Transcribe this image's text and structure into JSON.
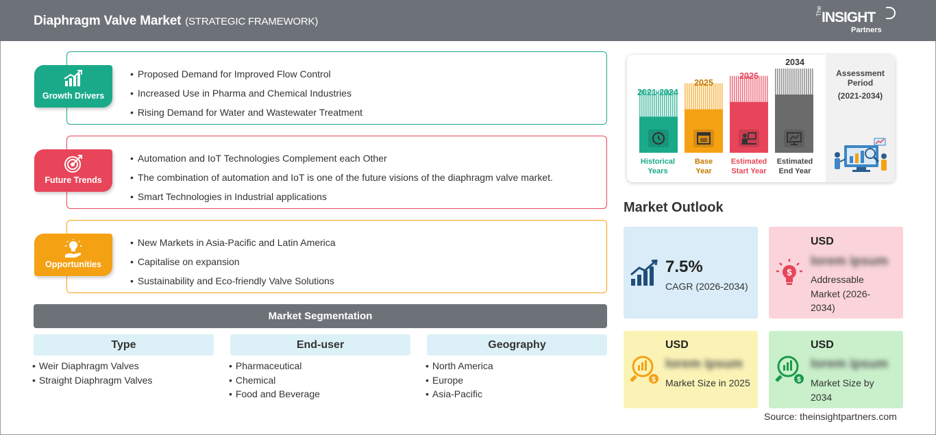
{
  "header": {
    "title": "Diaphragm Valve Market",
    "subtitle": "(STRATEGIC FRAMEWORK)",
    "logo_prefix": "The",
    "logo_main": "INSIGHT",
    "logo_sub": "Partners"
  },
  "framework": [
    {
      "label": "Growth Drivers",
      "icon": "bar-chart-growth-icon",
      "color": "#1aaa8a",
      "items": [
        "Proposed Demand for Improved Flow Control",
        "Increased Use in Pharma and Chemical Industries",
        "Rising Demand for Water and Wastewater Treatment"
      ]
    },
    {
      "label": "Future Trends",
      "icon": "target-icon",
      "color": "#e8455a",
      "items": [
        "Automation and IoT Technologies Complement each Other",
        "The combination of automation and IoT is one of the future visions of the diaphragm valve market.",
        "Smart Technologies in Industrial applications"
      ]
    },
    {
      "label": "Opportunities",
      "icon": "lightbulb-hand-icon",
      "color": "#f5a114",
      "items": [
        "New Markets in Asia-Pacific and Latin America",
        "Capitalise on expansion",
        "Sustainability and Eco-friendly Valve Solutions"
      ]
    }
  ],
  "segmentation": {
    "title": "Market Segmentation",
    "columns": [
      {
        "header": "Type",
        "items": [
          "Weir Diaphragm Valves",
          "Straight Diaphragm Valves"
        ]
      },
      {
        "header": "End-user",
        "items": [
          "Pharmaceutical",
          "Chemical",
          "Food and Beverage"
        ]
      },
      {
        "header": "Geography",
        "items": [
          "North America",
          "Europe",
          "Asia-Pacific"
        ]
      }
    ]
  },
  "timeline": {
    "bars": [
      {
        "year": "2021-2024",
        "caption_line1": "Historical",
        "caption_line2": "Years",
        "color": "#1aaa8a",
        "icon": "history-icon",
        "level": 0.25
      },
      {
        "year": "2025",
        "caption_line1": "Base",
        "caption_line2": "Year",
        "color": "#f5a114",
        "icon": "calendar-icon",
        "level": 0.5
      },
      {
        "year": "2026",
        "caption_line1": "Estimated",
        "caption_line2": "Start Year",
        "color": "#e8455a",
        "icon": "presentation-icon",
        "level": 0.75
      },
      {
        "year": "2034",
        "caption_line1": "Estimated",
        "caption_line2": "End Year",
        "color": "#6b6b6b",
        "icon": "monitor-chart-icon",
        "level": 1.0
      }
    ],
    "assessment_title": "Assessment Period",
    "assessment_period": "(2021-2034)"
  },
  "outlook": {
    "title": "Market Outlook",
    "cagr_value": "7.5%",
    "cagr_label": "CAGR (2026-2034)",
    "addressable_usd": "USD",
    "addressable_blur": "lorem ipsum",
    "addressable_label": "Addressable Market (2026-2034)",
    "size2025_usd": "USD",
    "size2025_blur": "lorem ipsum",
    "size2025_label": "Market Size in 2025",
    "size2034_usd": "USD",
    "size2034_blur": "lorem ipsum",
    "size2034_label": "Market Size by 2034",
    "colors": {
      "cagr": "#d9ecf7",
      "addressable": "#fad4da",
      "size2025": "#fbf3b6",
      "size2034": "#c9f0cb"
    }
  },
  "source": "Source: theinsightpartners.com"
}
